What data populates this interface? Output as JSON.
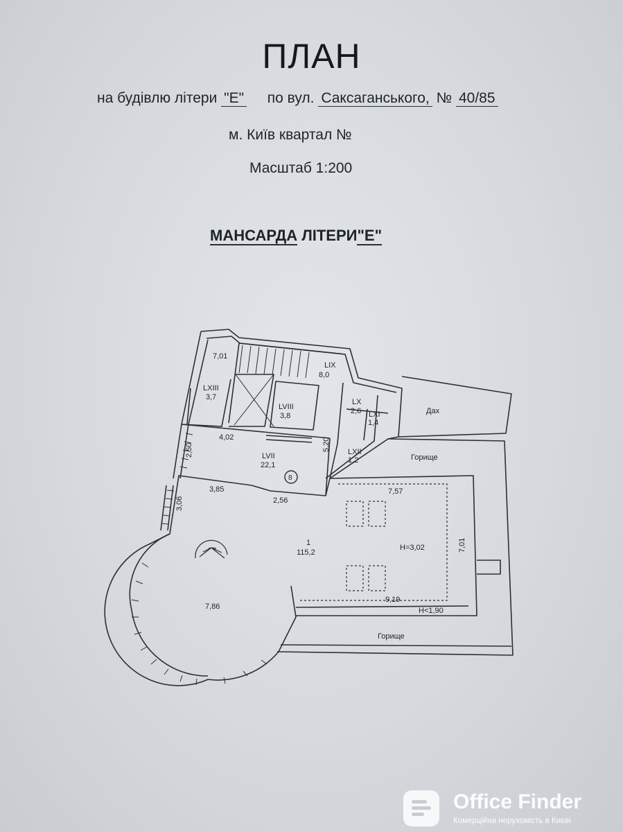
{
  "header": {
    "title": "ПЛАН",
    "line1": {
      "a": "на будівлю літери",
      "letter": "\"Е\"",
      "b": "по вул.",
      "street": "Саксаганського,",
      "c": "№",
      "number": "40/85"
    },
    "line2": "м. Київ  квартал №",
    "scale": "Масштаб 1:200"
  },
  "subtitle": {
    "a": "МАНСАРДА",
    "b": "ЛІТЕРИ",
    "letter": "\"Е\""
  },
  "plan": {
    "rooms": [
      {
        "id": "LIX",
        "area": "8,0"
      },
      {
        "id": "LXIII",
        "area": "3,7"
      },
      {
        "id": "LVIII",
        "area": "3,8"
      },
      {
        "id": "LX",
        "area": "2,6"
      },
      {
        "id": "LXI",
        "area": "1,4"
      },
      {
        "id": "LXII",
        "area": "1,2"
      },
      {
        "id": "LVII",
        "area": "22,1"
      },
      {
        "id": "1",
        "area": "115,2"
      }
    ],
    "dimensions": [
      "7,01",
      "4,02",
      "2,50",
      "5,20",
      "3,85",
      "2,56",
      "3,06",
      "7,57",
      "7,01",
      "9,19",
      "7,86"
    ],
    "heights": [
      "H=3,02",
      "H<1,90"
    ],
    "marker": "8",
    "areas": {
      "roof": "Дах",
      "attic_top": "Горище",
      "attic_bottom": "Горище"
    }
  },
  "watermark": {
    "name": "Office Finder",
    "tagline": "Комерційна нерухомість в Києві"
  }
}
